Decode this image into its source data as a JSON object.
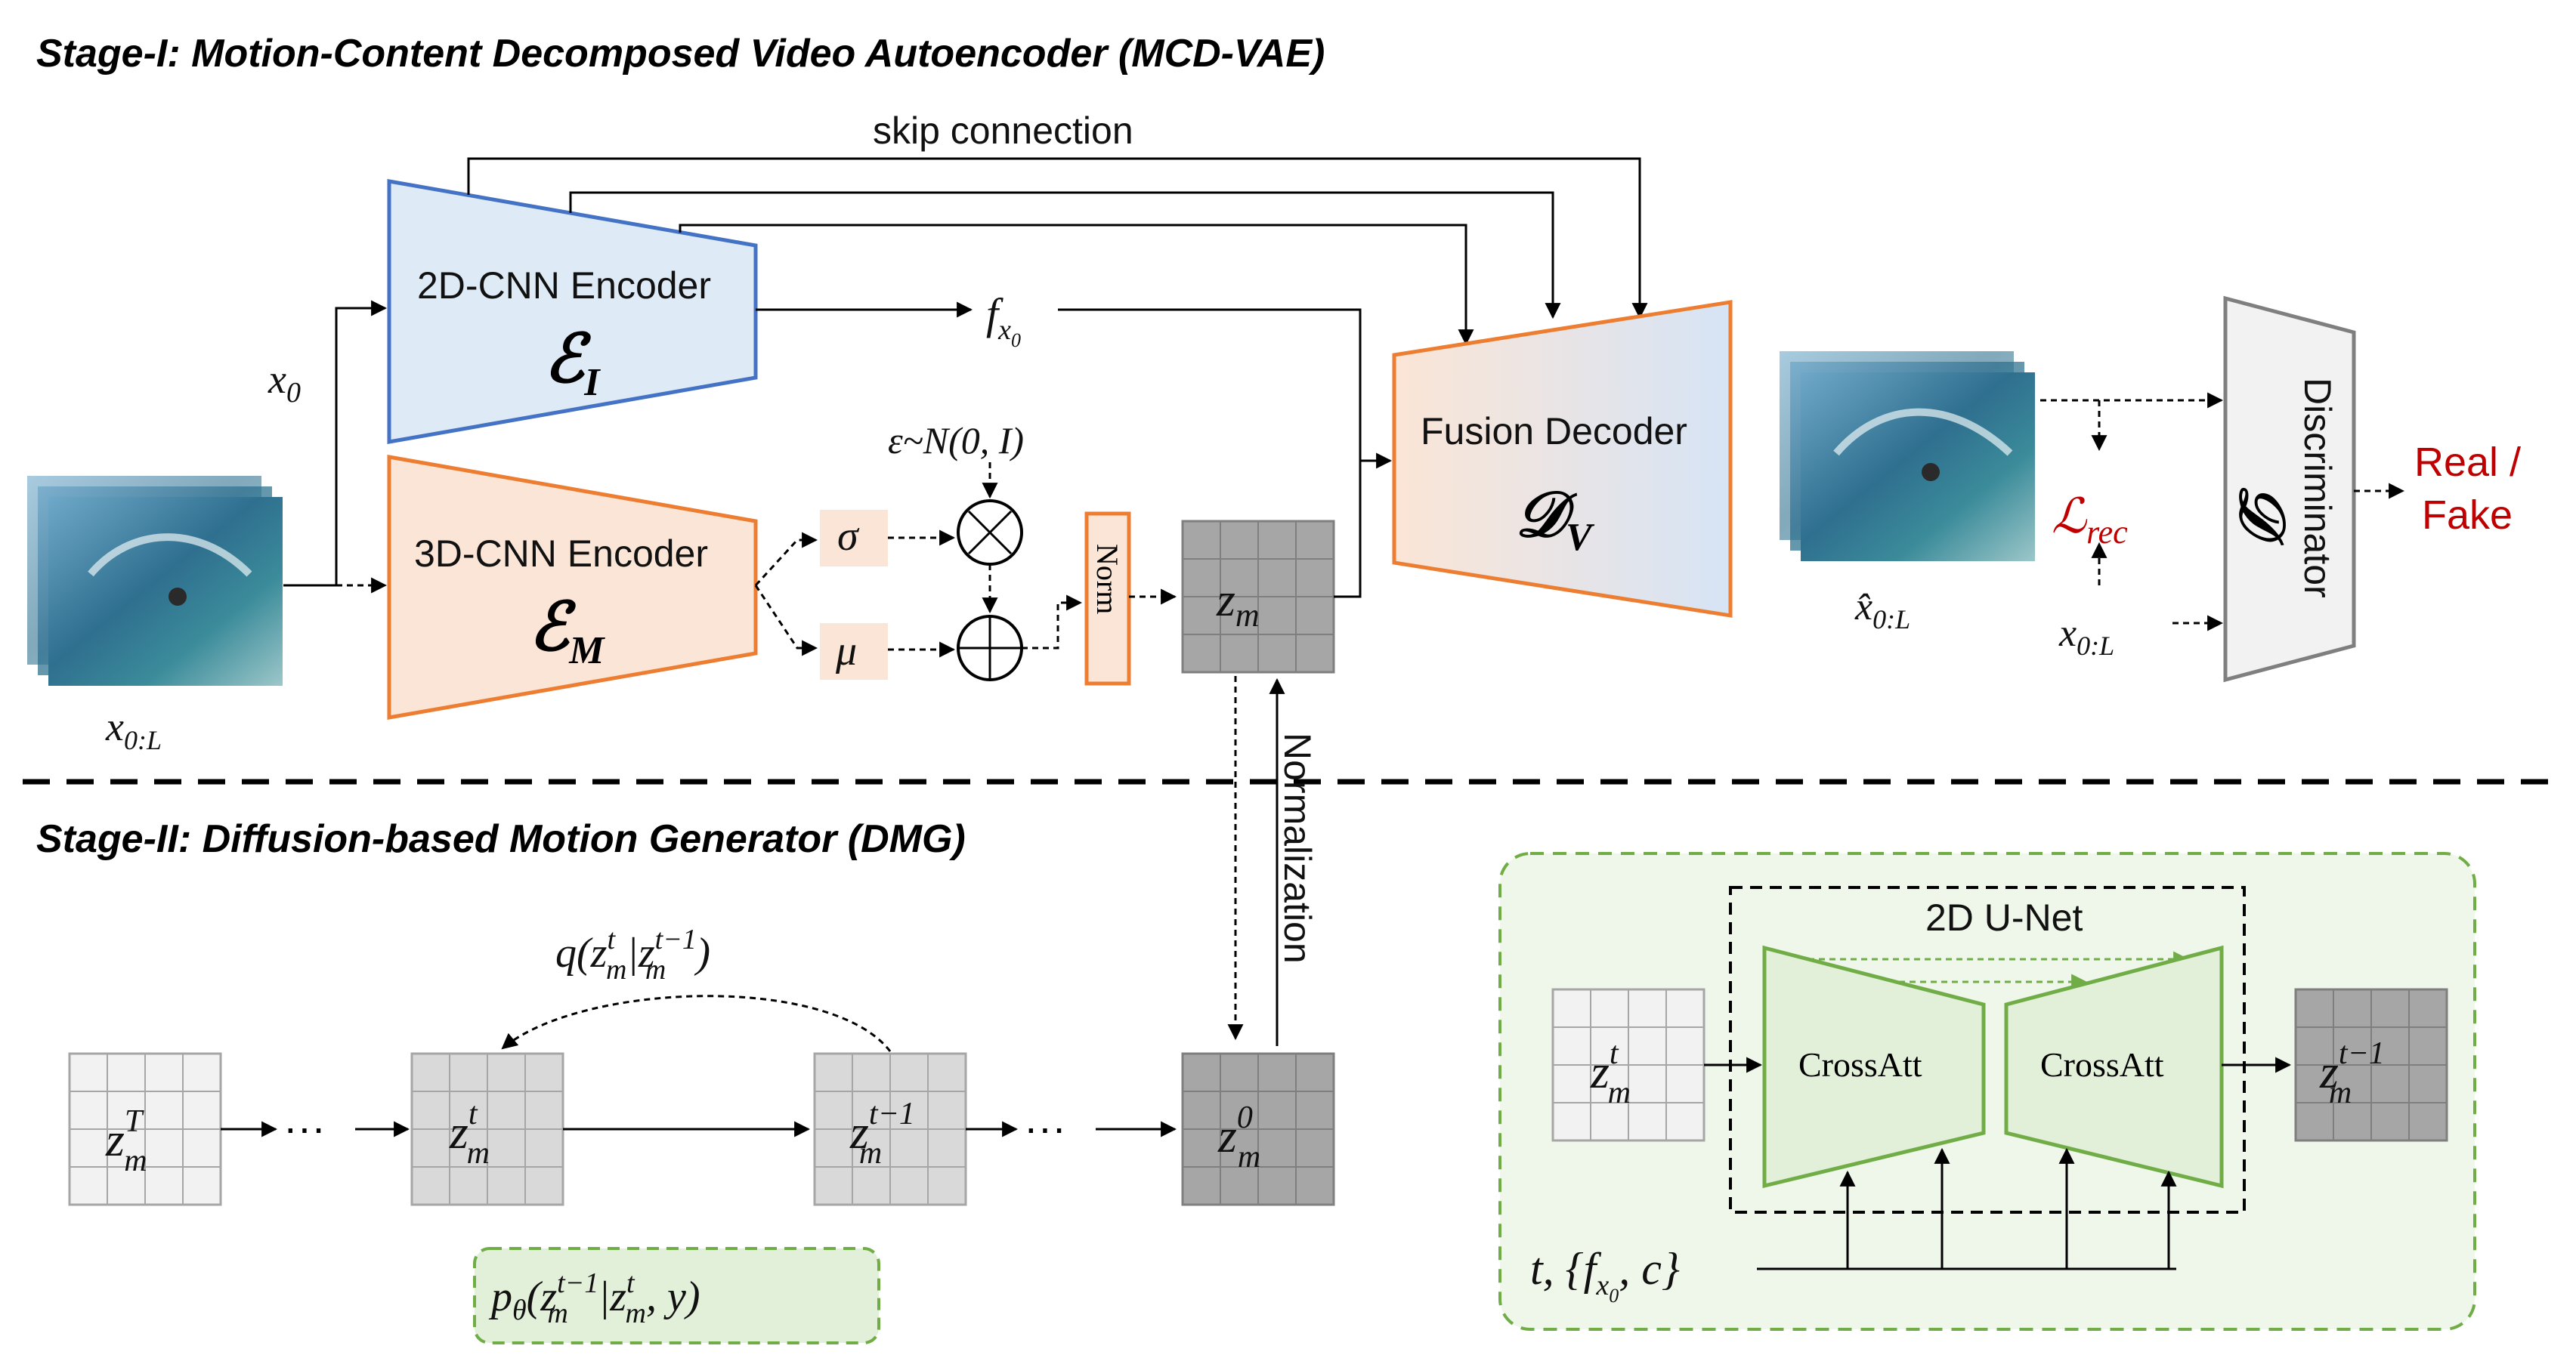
{
  "stage1": {
    "title": "Stage-I: Motion-Content Decomposed Video Autoencoder (MCD-VAE)",
    "skip_connection": "skip connection",
    "encoder_2d": {
      "label": "2D-CNN Encoder",
      "symbol": "ℰ",
      "sub": "I"
    },
    "encoder_3d": {
      "label": "3D-CNN Encoder",
      "symbol": "ℰ",
      "sub": "M"
    },
    "fusion_decoder": {
      "label": "Fusion Decoder",
      "symbol": "𝒟",
      "sub": "V"
    },
    "discriminator": {
      "label": "Discriminator",
      "symbol": "𝒟"
    },
    "output": {
      "real_fake_line1": "Real /",
      "real_fake_line2": "Fake"
    },
    "sigma": "σ",
    "mu": "μ",
    "noise": "ε~N(0, I)",
    "norm": "Norm",
    "x0": "x",
    "x0_sub": "0",
    "x0L": "x",
    "x0L_sub": "0:L",
    "xhat": "x̂",
    "xhat_sub": "0:L",
    "fx0": "f",
    "fx0_sub": "x",
    "fx0_subsub": "0",
    "zm": "z",
    "zm_sub": "m",
    "loss": "ℒ",
    "loss_sub": "rec",
    "x0L_right": "x",
    "x0L_right_sub": "0:L"
  },
  "stage2": {
    "title": "Stage-II: Diffusion-based Motion Generator (DMG)",
    "normalization": "Normalization",
    "forward_process": "q(z",
    "zT_sup": "T",
    "zt_sup": "t",
    "ztm1_sup": "t−1",
    "z0_sup": "0",
    "z_base": "z",
    "z_sub": "m",
    "dots": "···",
    "q_label": {
      "prefix": "q(",
      "z": "z",
      "sup1": "t",
      "sub1": "m",
      "bar": "|",
      "sup2": "t−1",
      "sub2": "m",
      "suffix": ")"
    },
    "p_label": {
      "p": "p",
      "theta": "θ",
      "open": "(",
      "z": "z",
      "sup1": "t−1",
      "sub1": "m",
      "bar": "|",
      "sup2": "t",
      "sub2": "m",
      "tail": ", y)"
    },
    "unet": {
      "title": "2D U-Net",
      "crossatt_left": "CrossAtt",
      "crossatt_right": "CrossAtt",
      "cond": {
        "t": "t, {",
        "f": "f",
        "fsub": "x",
        "fsubsub": "0",
        "tail": ", c}"
      }
    }
  },
  "colors": {
    "blue_stroke": "#4472c4",
    "orange_stroke": "#ed7d31",
    "green_stroke": "#70ad47",
    "green_fill": "#e2efd9",
    "red_text": "#c00000"
  },
  "icons": [
    "multiply-icon",
    "plus-icon",
    "video-frames-image"
  ]
}
